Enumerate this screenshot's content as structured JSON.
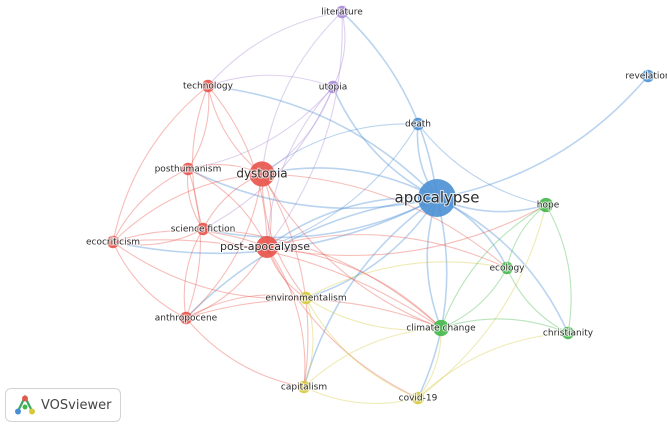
{
  "network": {
    "clusters": {
      "red": "#e8534a",
      "blue": "#4a8fd4",
      "green": "#44b84a",
      "yellow": "#d6c93a",
      "purple": "#a98ad6"
    },
    "nodes": [
      {
        "id": "apocalypse",
        "label": "apocalypse",
        "cluster": "blue",
        "weight": 5
      },
      {
        "id": "death",
        "label": "death",
        "cluster": "blue",
        "weight": 1
      },
      {
        "id": "revelation",
        "label": "revelation",
        "cluster": "blue",
        "weight": 1
      },
      {
        "id": "literature",
        "label": "literature",
        "cluster": "purple",
        "weight": 1
      },
      {
        "id": "utopia",
        "label": "utopia",
        "cluster": "purple",
        "weight": 1
      },
      {
        "id": "technology",
        "label": "technology",
        "cluster": "red",
        "weight": 1
      },
      {
        "id": "posthumanism",
        "label": "posthumanism",
        "cluster": "red",
        "weight": 1
      },
      {
        "id": "dystopia",
        "label": "dystopia",
        "cluster": "red",
        "weight": 3
      },
      {
        "id": "science_fiction",
        "label": "science fiction",
        "cluster": "red",
        "weight": 1
      },
      {
        "id": "post_apocalypse",
        "label": "post-apocalypse",
        "cluster": "red",
        "weight": 2.5
      },
      {
        "id": "ecocriticism",
        "label": "ecocriticism",
        "cluster": "red",
        "weight": 1
      },
      {
        "id": "anthropocene",
        "label": "anthropocene",
        "cluster": "red",
        "weight": 1
      },
      {
        "id": "environmentalism",
        "label": "environmentalism",
        "cluster": "yellow",
        "weight": 1
      },
      {
        "id": "capitalism",
        "label": "capitalism",
        "cluster": "yellow",
        "weight": 1
      },
      {
        "id": "covid19",
        "label": "covid-19",
        "cluster": "yellow",
        "weight": 1
      },
      {
        "id": "hope",
        "label": "hope",
        "cluster": "green",
        "weight": 1.3
      },
      {
        "id": "ecology",
        "label": "ecology",
        "cluster": "green",
        "weight": 1
      },
      {
        "id": "climate_change",
        "label": "climate change",
        "cluster": "green",
        "weight": 1.6
      },
      {
        "id": "christianity",
        "label": "christianity",
        "cluster": "green",
        "weight": 1
      }
    ],
    "links": [
      [
        "apocalypse",
        "revelation"
      ],
      [
        "apocalypse",
        "death"
      ],
      [
        "apocalypse",
        "literature"
      ],
      [
        "apocalypse",
        "utopia"
      ],
      [
        "apocalypse",
        "technology"
      ],
      [
        "apocalypse",
        "posthumanism"
      ],
      [
        "apocalypse",
        "dystopia"
      ],
      [
        "apocalypse",
        "science_fiction"
      ],
      [
        "apocalypse",
        "post_apocalypse"
      ],
      [
        "apocalypse",
        "ecocriticism"
      ],
      [
        "apocalypse",
        "anthropocene"
      ],
      [
        "apocalypse",
        "environmentalism"
      ],
      [
        "apocalypse",
        "capitalism"
      ],
      [
        "apocalypse",
        "covid19"
      ],
      [
        "apocalypse",
        "hope"
      ],
      [
        "apocalypse",
        "ecology"
      ],
      [
        "apocalypse",
        "climate_change"
      ],
      [
        "apocalypse",
        "christianity"
      ],
      [
        "death",
        "hope"
      ],
      [
        "death",
        "post_apocalypse"
      ],
      [
        "death",
        "dystopia"
      ],
      [
        "literature",
        "utopia"
      ],
      [
        "literature",
        "dystopia"
      ],
      [
        "literature",
        "post_apocalypse"
      ],
      [
        "literature",
        "technology"
      ],
      [
        "utopia",
        "dystopia"
      ],
      [
        "utopia",
        "post_apocalypse"
      ],
      [
        "utopia",
        "science_fiction"
      ],
      [
        "utopia",
        "technology"
      ],
      [
        "utopia",
        "posthumanism"
      ],
      [
        "technology",
        "dystopia"
      ],
      [
        "technology",
        "posthumanism"
      ],
      [
        "technology",
        "science_fiction"
      ],
      [
        "technology",
        "post_apocalypse"
      ],
      [
        "technology",
        "ecocriticism"
      ],
      [
        "posthumanism",
        "dystopia"
      ],
      [
        "posthumanism",
        "science_fiction"
      ],
      [
        "posthumanism",
        "post_apocalypse"
      ],
      [
        "posthumanism",
        "ecocriticism"
      ],
      [
        "posthumanism",
        "anthropocene"
      ],
      [
        "dystopia",
        "science_fiction"
      ],
      [
        "dystopia",
        "post_apocalypse"
      ],
      [
        "dystopia",
        "ecocriticism"
      ],
      [
        "dystopia",
        "anthropocene"
      ],
      [
        "dystopia",
        "environmentalism"
      ],
      [
        "dystopia",
        "capitalism"
      ],
      [
        "dystopia",
        "climate_change"
      ],
      [
        "dystopia",
        "ecology"
      ],
      [
        "science_fiction",
        "post_apocalypse"
      ],
      [
        "science_fiction",
        "ecocriticism"
      ],
      [
        "science_fiction",
        "anthropocene"
      ],
      [
        "science_fiction",
        "climate_change"
      ],
      [
        "post_apocalypse",
        "ecocriticism"
      ],
      [
        "post_apocalypse",
        "anthropocene"
      ],
      [
        "post_apocalypse",
        "environmentalism"
      ],
      [
        "post_apocalypse",
        "capitalism"
      ],
      [
        "post_apocalypse",
        "covid19"
      ],
      [
        "post_apocalypse",
        "climate_change"
      ],
      [
        "post_apocalypse",
        "hope"
      ],
      [
        "post_apocalypse",
        "ecology"
      ],
      [
        "ecocriticism",
        "anthropocene"
      ],
      [
        "ecocriticism",
        "climate_change"
      ],
      [
        "ecocriticism",
        "environmentalism"
      ],
      [
        "anthropocene",
        "climate_change"
      ],
      [
        "anthropocene",
        "capitalism"
      ],
      [
        "anthropocene",
        "environmentalism"
      ],
      [
        "environmentalism",
        "climate_change"
      ],
      [
        "environmentalism",
        "capitalism"
      ],
      [
        "environmentalism",
        "covid19"
      ],
      [
        "environmentalism",
        "ecology"
      ],
      [
        "capitalism",
        "covid19"
      ],
      [
        "capitalism",
        "climate_change"
      ],
      [
        "covid19",
        "climate_change"
      ],
      [
        "covid19",
        "christianity"
      ],
      [
        "covid19",
        "hope"
      ],
      [
        "climate_change",
        "hope"
      ],
      [
        "climate_change",
        "ecology"
      ],
      [
        "climate_change",
        "christianity"
      ],
      [
        "hope",
        "ecology"
      ],
      [
        "hope",
        "christianity"
      ],
      [
        "ecology",
        "christianity"
      ]
    ]
  },
  "branding": {
    "logo_text": "VOSviewer"
  }
}
